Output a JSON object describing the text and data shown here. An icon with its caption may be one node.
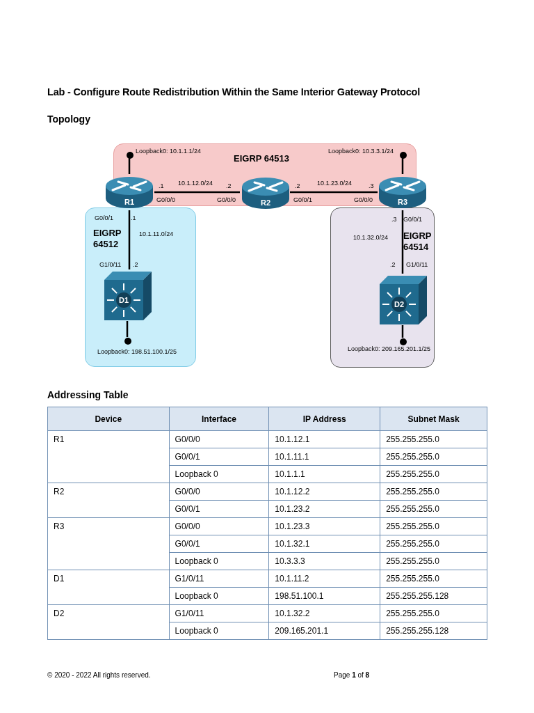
{
  "diagram": {
    "title": "Lab - Configure Route Redistribution Within the Same Interior Gateway Protocol",
    "nodes": [
      {
        "text": [
          "EIGRP 64513"
        ]
      },
      {
        "text": [
          "EIGRP 64512"
        ]
      },
      {
        "text": [
          "EIGRP 64514"
        ]
      },
      {
        "text": [
          "R1"
        ]
      },
      {
        "text": [
          "R2"
        ],
        "in": 0
      },
      {
        "text": [
          "R3"
        ]
      },
      {
        "text": [
          "D1"
        ],
        "in": 1
      },
      {
        "text": [
          "D2"
        ],
        "in": 2
      },
      {
        "text": [],
        "shape": "circle",
        "beside": [
          "Loopback0: 10.1.1.1/24"
        ],
        "in": 0
      },
      {
        "text": [],
        "shape": "circle",
        "beside": [
          "Loopback0: 10.3.3.1/24"
        ],
        "in": 0
      },
      {
        "text": [],
        "shape": "circle",
        "beside": [
          "Loopback0: 198.51.100.1/25"
        ],
        "in": 1
      },
      {
        "text": [],
        "shape": "circle",
        "beside": [
          "Loopback0: 209.165.201.1/25"
        ],
        "in": 2
      }
    ],
    "edges": [
      {
        "from": 3,
        "to": 4,
        "arrow": "none",
        "label": "10.1.12.0/24"
      },
      {
        "from": 4,
        "to": 5,
        "arrow": "none",
        "label": "10.1.23.0/24"
      },
      {
        "from": 3,
        "to": 6,
        "arrow": "none",
        "label": "10.1.11.0/24"
      },
      {
        "from": 5,
        "to": 7,
        "arrow": "none",
        "label": "10.1.32.0/24"
      },
      {
        "from": 8,
        "to": 3,
        "arrow": "none"
      },
      {
        "from": 9,
        "to": 5,
        "arrow": "none"
      },
      {
        "from": 10,
        "to": 6,
        "arrow": "none"
      },
      {
        "from": 11,
        "to": 7,
        "arrow": "none"
      }
    ],
    "labels": [
      "Topology",
      ".1",
      ".2",
      ".2",
      ".3",
      "G0/0/0",
      "G0/0/0",
      "G0/0/1",
      "G0/0/0",
      "G0/0/1",
      ".1",
      ".3",
      "G0/0/1",
      "G1/0/11",
      ".2",
      ".2",
      "G1/0/11",
      "Addressing Table",
      "Device",
      "Interface",
      "IP Address",
      "Subnet Mask",
      "R1",
      "G0/0/0",
      "10.1.12.1",
      "255.255.255.0",
      "G0/0/1",
      "10.1.11.1",
      "255.255.255.0",
      "Loopback 0",
      "10.1.1.1",
      "255.255.255.0",
      "R2",
      "G0/0/0",
      "10.1.12.2",
      "255.255.255.0",
      "G0/0/1",
      "10.1.23.2",
      "255.255.255.0",
      "R3",
      "G0/0/0",
      "10.1.23.3",
      "255.255.255.0",
      "G0/0/1",
      "10.1.32.1",
      "255.255.255.0",
      "Loopback 0",
      "10.3.3.3",
      "255.255.255.0",
      "D1",
      "G1/0/11",
      "10.1.11.2",
      "255.255.255.0",
      "Loopback 0",
      "198.51.100.1",
      "255.255.255.128",
      "D2",
      "G1/0/11",
      "10.1.32.2",
      "255.255.255.0",
      "Loopback 0",
      "209.165.201.1",
      "255.255.255.128",
      "© 2020 - 2022 All rights reserved.",
      "Page **1** of **8**"
    ]
  }
}
